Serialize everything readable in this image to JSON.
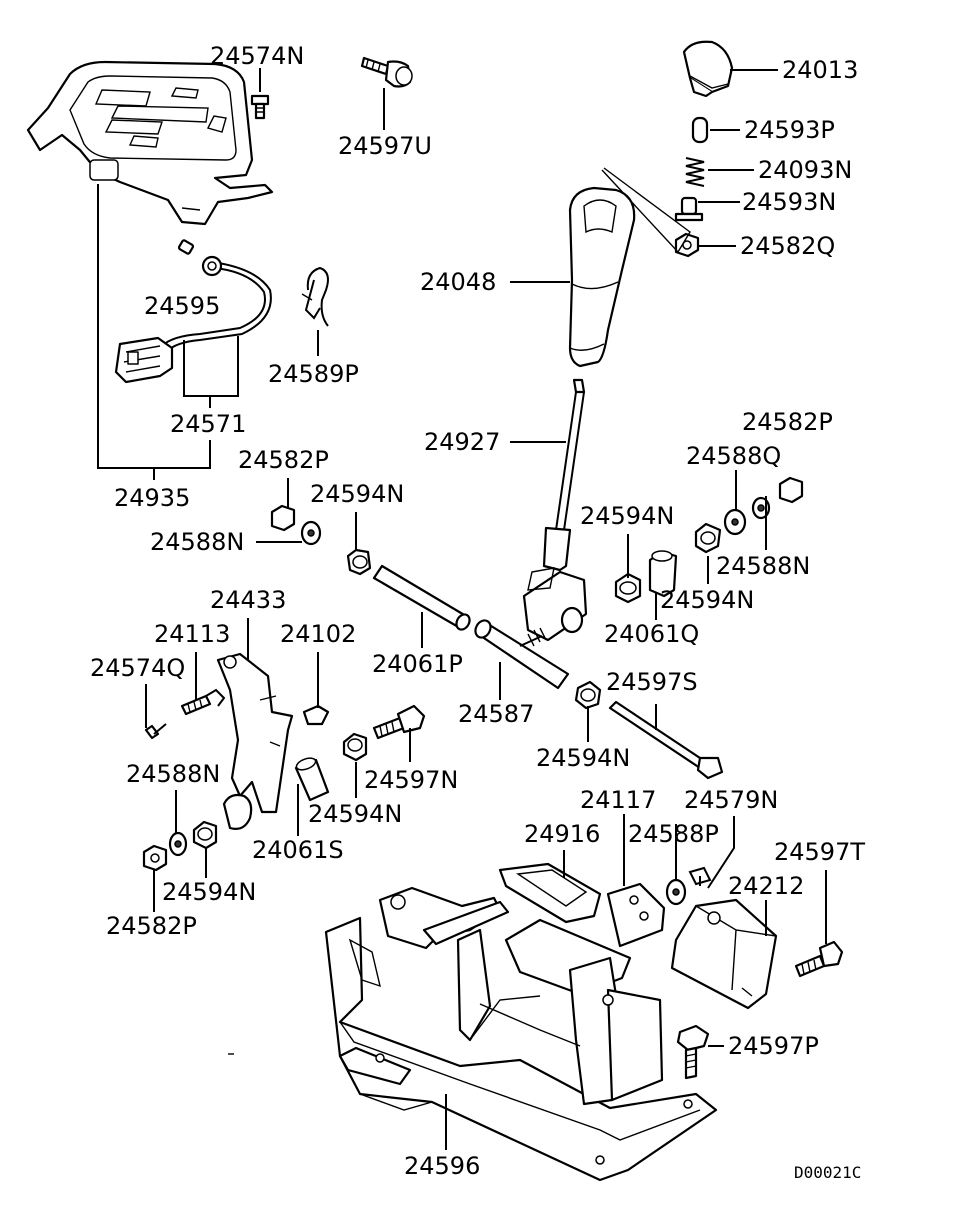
{
  "diagram": {
    "diagram_code": "D00021C",
    "parts": [
      {
        "id": "p24574N",
        "number": "24574N"
      },
      {
        "id": "p24597U",
        "number": "24597U"
      },
      {
        "id": "p24013",
        "number": "24013"
      },
      {
        "id": "p24593P",
        "number": "24593P"
      },
      {
        "id": "p24093N",
        "number": "24093N"
      },
      {
        "id": "p24593N",
        "number": "24593N"
      },
      {
        "id": "p24582Q",
        "number": "24582Q"
      },
      {
        "id": "p24048",
        "number": "24048"
      },
      {
        "id": "p24595",
        "number": "24595"
      },
      {
        "id": "p24589P",
        "number": "24589P"
      },
      {
        "id": "p24571",
        "number": "24571"
      },
      {
        "id": "p24927",
        "number": "24927"
      },
      {
        "id": "p24582P_a",
        "number": "24582P"
      },
      {
        "id": "p24935",
        "number": "24935"
      },
      {
        "id": "p24582P_b",
        "number": "24582P"
      },
      {
        "id": "p24588Q",
        "number": "24588Q"
      },
      {
        "id": "p24594N_a",
        "number": "24594N"
      },
      {
        "id": "p24588N_a",
        "number": "24588N"
      },
      {
        "id": "p24594N_b",
        "number": "24594N"
      },
      {
        "id": "p24588N_b",
        "number": "24588N"
      },
      {
        "id": "p24594N_c",
        "number": "24594N"
      },
      {
        "id": "p24433",
        "number": "24433"
      },
      {
        "id": "p24061Q",
        "number": "24061Q"
      },
      {
        "id": "p24113",
        "number": "24113"
      },
      {
        "id": "p24102",
        "number": "24102"
      },
      {
        "id": "p24574Q",
        "number": "24574Q"
      },
      {
        "id": "p24061P",
        "number": "24061P"
      },
      {
        "id": "p24597S",
        "number": "24597S"
      },
      {
        "id": "p24587",
        "number": "24587"
      },
      {
        "id": "p24594N_d",
        "number": "24594N"
      },
      {
        "id": "p24588N_c",
        "number": "24588N"
      },
      {
        "id": "p24597N",
        "number": "24597N"
      },
      {
        "id": "p24117",
        "number": "24117"
      },
      {
        "id": "p24579N",
        "number": "24579N"
      },
      {
        "id": "p24594N_e",
        "number": "24594N"
      },
      {
        "id": "p24061S",
        "number": "24061S"
      },
      {
        "id": "p24916",
        "number": "24916"
      },
      {
        "id": "p24588P",
        "number": "24588P"
      },
      {
        "id": "p24597T",
        "number": "24597T"
      },
      {
        "id": "p24594N_f",
        "number": "24594N"
      },
      {
        "id": "p24212",
        "number": "24212"
      },
      {
        "id": "p24582P_c",
        "number": "24582P"
      },
      {
        "id": "p24597P",
        "number": "24597P"
      },
      {
        "id": "p24596",
        "number": "24596"
      }
    ]
  }
}
